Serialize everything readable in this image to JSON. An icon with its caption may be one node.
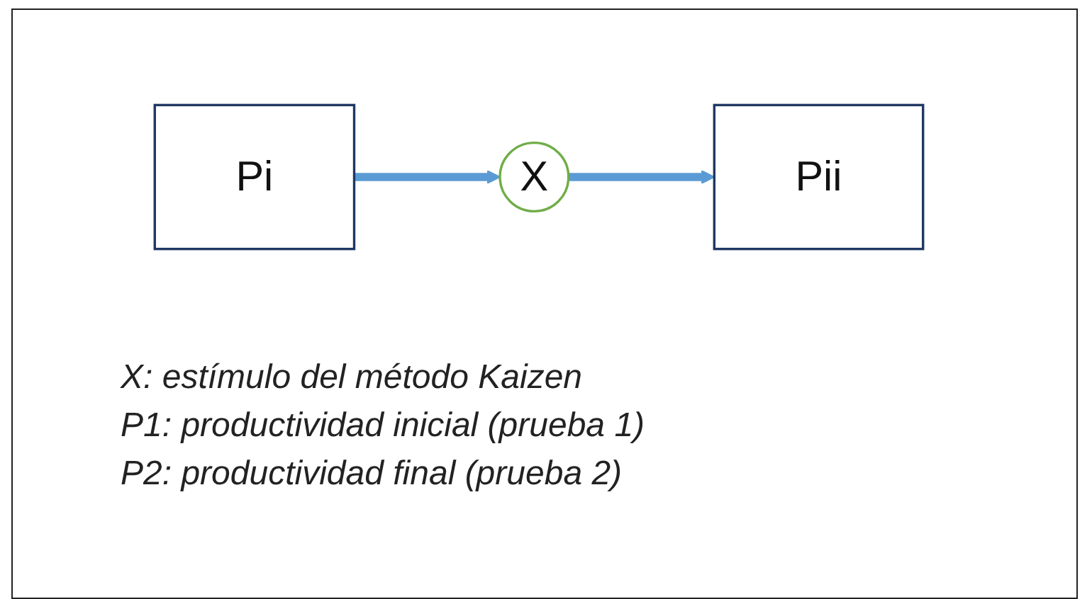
{
  "diagram": {
    "nodes": [
      {
        "text": [
          "Pi"
        ]
      },
      {
        "text": [
          "X"
        ]
      },
      {
        "text": [
          "Pii"
        ]
      }
    ],
    "edges": [
      {
        "from": 0,
        "to": 1,
        "arrow": "to"
      },
      {
        "from": 1,
        "to": 2,
        "arrow": "to"
      }
    ],
    "labels": [
      "X: estímulo del método Kaizen",
      "P1: productividad inicial (prueba 1)",
      "P2: productividad final (prueba 2)"
    ]
  }
}
